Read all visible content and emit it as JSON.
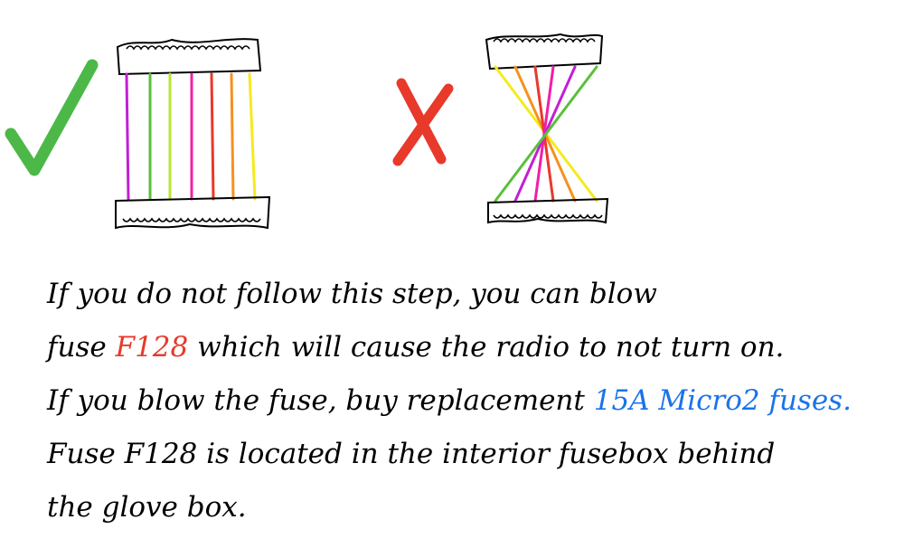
{
  "icons": {
    "correct": "check-mark-icon",
    "incorrect": "x-mark-icon"
  },
  "colors": {
    "check": "#4cb848",
    "cross": "#e8392b",
    "ink": "#000000",
    "fuse_text": "#e8392b",
    "fuse_type_text": "#1a73e8",
    "wires_correct": [
      "#c21fd6",
      "#5bbf3a",
      "#b8e62e",
      "#f01fa8",
      "#e8392b",
      "#f5921e",
      "#f5ea1e"
    ],
    "wires_incorrect": [
      "#f5ea1e",
      "#f5921e",
      "#e8392b",
      "#f01fa8",
      "#c21fd6",
      "#5bbf3a"
    ]
  },
  "note": {
    "line1": "If you do not follow this step, you can blow",
    "line2_a": "fuse ",
    "line2_fuse": "F128",
    "line2_b": " which will cause the radio to not turn on.",
    "line3_a": "If you blow the fuse, buy replacement ",
    "line3_type": "15A Micro2 fuses.",
    "line4": "Fuse F128 is located in the interior fusebox behind",
    "line5": "the glove box."
  }
}
